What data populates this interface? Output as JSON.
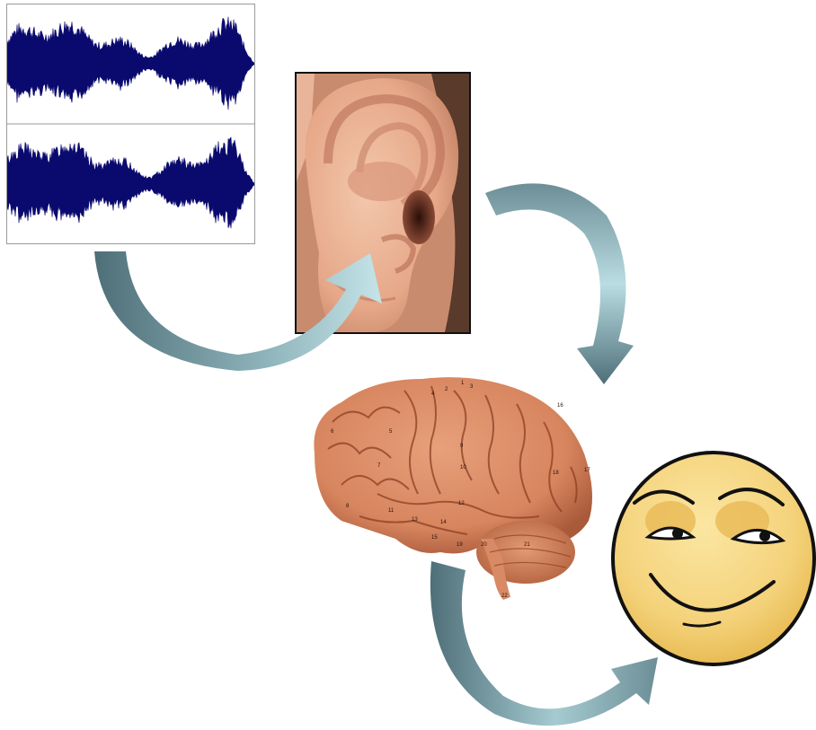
{
  "diagram": {
    "nodes": [
      {
        "id": "sound-wave",
        "icon": "waveform-icon"
      },
      {
        "id": "ear",
        "icon": "ear-icon"
      },
      {
        "id": "brain",
        "icon": "brain-icon"
      },
      {
        "id": "smiley",
        "icon": "smiley-face-icon"
      }
    ],
    "brain_labels": [
      "1",
      "2",
      "3",
      "4",
      "5",
      "6",
      "7",
      "8",
      "9",
      "10",
      "11",
      "12",
      "13",
      "14",
      "15",
      "16",
      "17",
      "18",
      "19",
      "20",
      "21",
      "22"
    ],
    "colors": {
      "waveform": "#0a0a6e",
      "arrow_dark": "#4f6f78",
      "arrow_light": "#b9dde3",
      "brain": "#d7855e",
      "smiley_face": "#f4d27a",
      "smiley_outline": "#111111"
    }
  }
}
